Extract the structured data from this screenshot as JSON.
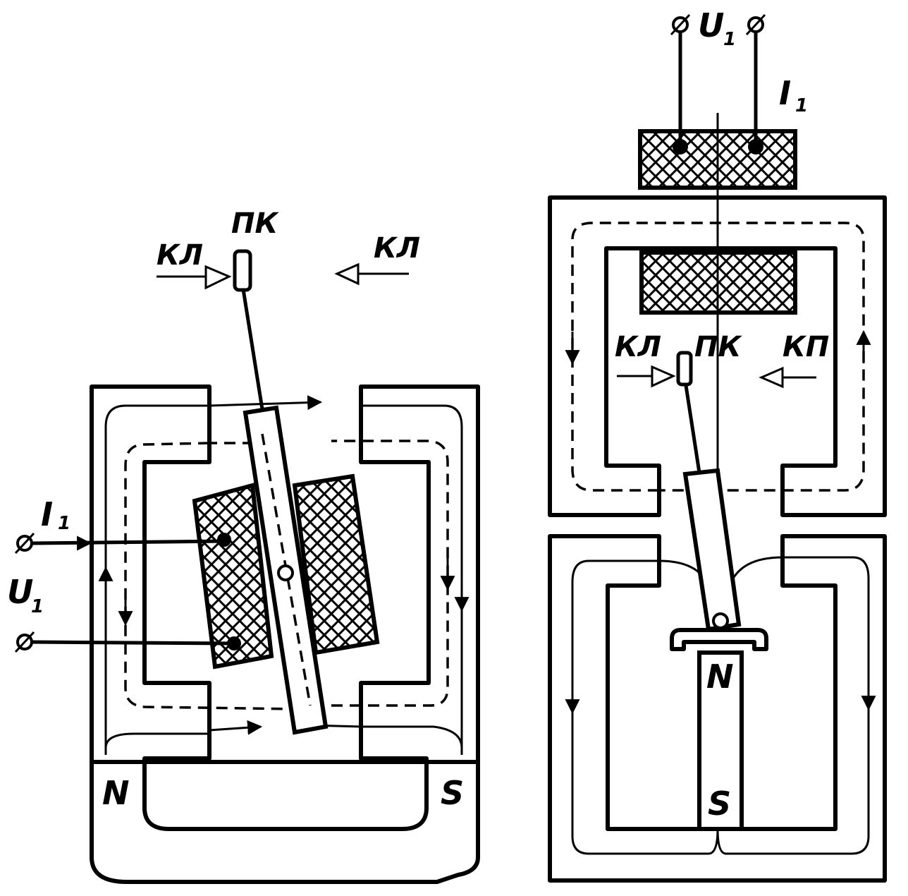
{
  "left_figure": {
    "contact_label": "ПК",
    "stop_left_label": "КЛ",
    "stop_right_label": "КЛ",
    "current_label": "I",
    "current_sub": "1",
    "voltage_label": "U",
    "voltage_sub": "1",
    "north_label": "N",
    "south_label": "S"
  },
  "right_figure": {
    "voltage_label": "U",
    "voltage_sub": "1",
    "current_label": "I",
    "current_sub": "1",
    "contact_label": "ПК",
    "stop_left_label": "КЛ",
    "stop_right_label": "КП",
    "north_label": "N",
    "south_label": "S"
  },
  "colors": {
    "ink": "#000000",
    "paper": "#ffffff"
  }
}
